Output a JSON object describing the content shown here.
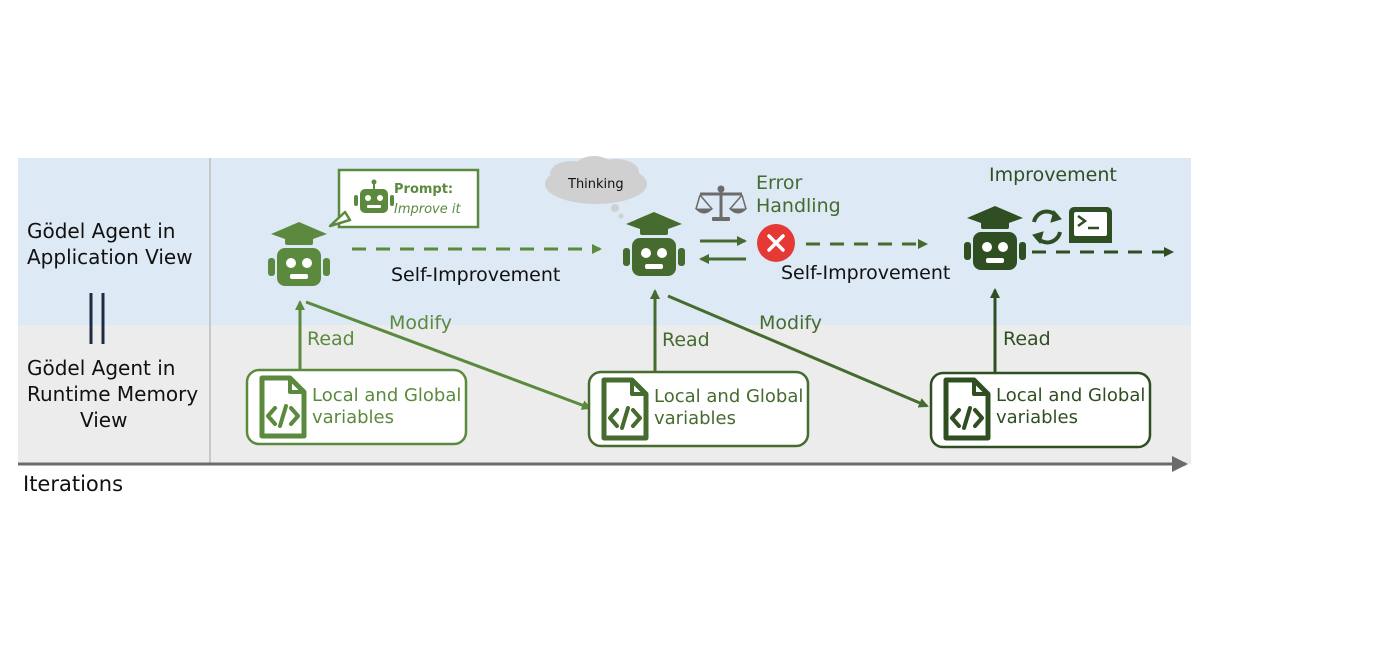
{
  "left_labels": {
    "application_view": [
      "Gödel Agent in",
      "Application View"
    ],
    "equals_symbol": "||",
    "runtime_memory_view": [
      "Gödel Agent in",
      "Runtime Memory",
      "View"
    ],
    "iterations": "Iterations"
  },
  "prompt_box": {
    "title": "Prompt:",
    "text": "Improve it"
  },
  "thinking_cloud": "Thinking",
  "error_handling": [
    "Error",
    "Handling"
  ],
  "improvement": "Improvement",
  "self_improvement_labels": [
    "Self-Improvement",
    "Self-Improvement"
  ],
  "read_labels": [
    "Read",
    "Read",
    "Read"
  ],
  "modify_labels": [
    "Modify",
    "Modify"
  ],
  "variable_boxes": [
    [
      "Local and Global",
      "variables"
    ],
    [
      "Local and Global",
      "variables"
    ],
    [
      "Local and Global",
      "variables"
    ]
  ],
  "colors": {
    "application_band": "#dde9f5",
    "runtime_band": "#ececec",
    "green_1": "#5b8a3e",
    "green_2": "#466b2f",
    "green_3": "#2f4f22",
    "error_red": "#e53935",
    "axis_gray": "#6b6b6b"
  }
}
